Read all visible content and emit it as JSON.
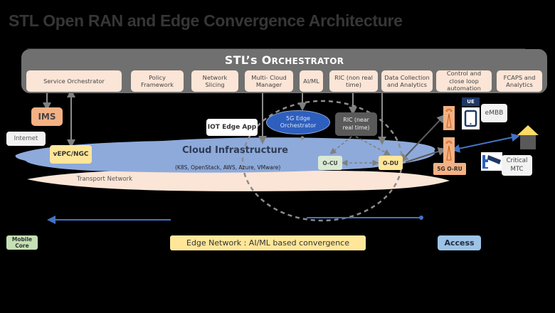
{
  "title": "STL Open RAN and Edge Convergence Architecture",
  "orchestrator": {
    "title_main": "STL’s O",
    "title_sc": "RCHESTRATOR",
    "modules": [
      {
        "label": "Service Orchestrator"
      },
      {
        "label": "Policy Framework"
      },
      {
        "label": "Network Slicing"
      },
      {
        "label": "Multi- Cloud Manager"
      },
      {
        "label": "AI/ML"
      },
      {
        "label": "RIC (non real time)"
      },
      {
        "label": "Data Collection and Analytics"
      },
      {
        "label": "Control and close loop automation"
      },
      {
        "label": "FCAPS and Analytics"
      }
    ]
  },
  "nodes": {
    "ims": "IMS",
    "internet": "Internet",
    "vepc": "vEPC/NGC",
    "iot_edge_app": "IOT Edge App",
    "edge_orchestrator": "5G Edge Orchestrator",
    "ric_near": "RIC (near real time)",
    "o_cu": "O-CU",
    "o_du": "O-DU",
    "o_ru": "5G O-RU",
    "ue_badge": "UE",
    "embb": "eMBB",
    "critical_mtc": "Critical MTC"
  },
  "cloud": {
    "title": "Cloud Infrastructure",
    "subtitle": "(K8S, OpenStack, AWS, Azure, VMware)",
    "transport": "Transport Network"
  },
  "bottom": {
    "mobile_core": "Mobile Core",
    "edge_network": "Edge Network : AI/ML based convergence",
    "access": "Access"
  },
  "colors": {
    "orchestrator_bg": "#707070",
    "module_bg": "#fbe5d6",
    "cloud_blue": "#8eaadb",
    "transport_peach": "#fbe5d6",
    "ims": "#f4b183",
    "yellow_node": "#ffe699",
    "green_node": "#d9ead3",
    "access_blue": "#9dc3e6",
    "edge_orch": "#2e5fbe",
    "ric_dark": "#595959",
    "arrow_blue": "#4472c4",
    "ue_navy": "#1f3864"
  }
}
